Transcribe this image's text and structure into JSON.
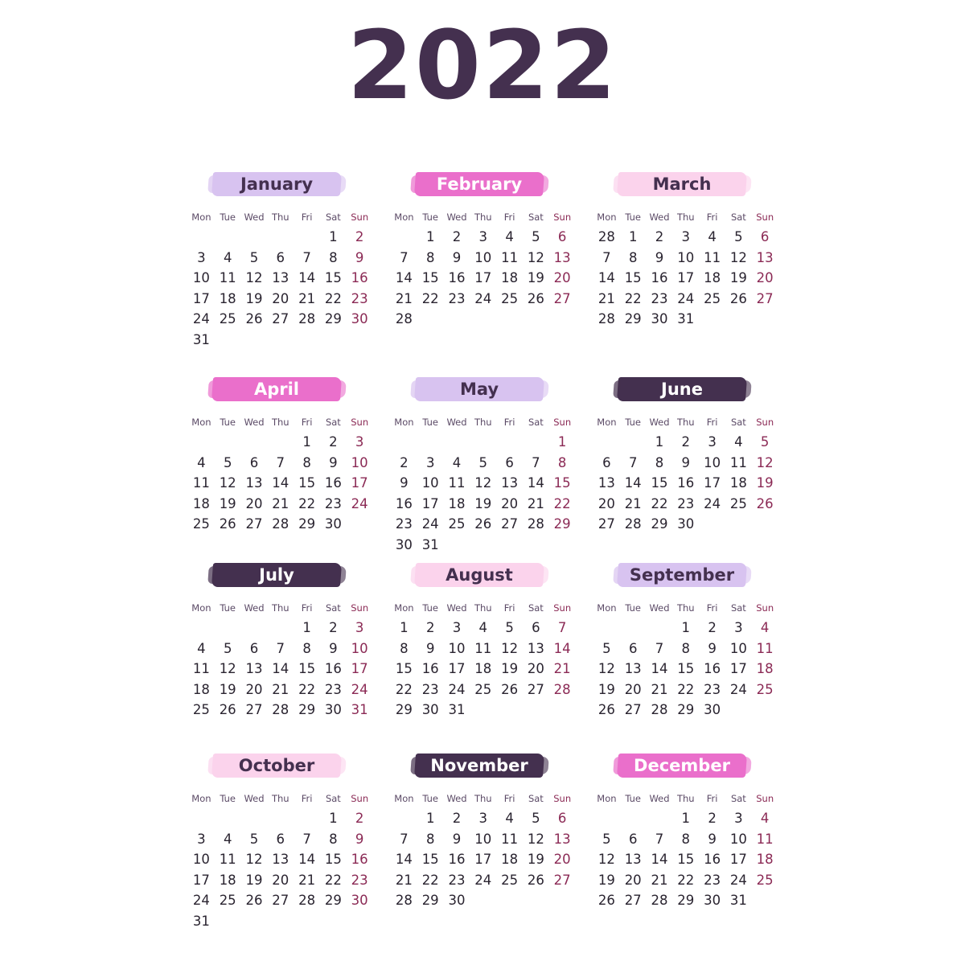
{
  "year": "2022",
  "weekdays": [
    "Mon",
    "Tue",
    "Wed",
    "Thu",
    "Fri",
    "Sat",
    "Sun"
  ],
  "colors": {
    "dark": "#44304f",
    "sunday": "#8b2a55",
    "lavender": "#d8c3f0",
    "pink": "#ea6fcb",
    "light_pink": "#fbd3ec"
  },
  "months": [
    {
      "name": "January",
      "banner_color": "#d8c3f0",
      "text_color": "#44304f",
      "start": 5,
      "prev_tail": [],
      "days": 31
    },
    {
      "name": "February",
      "banner_color": "#ea6fcb",
      "text_color": "#ffffff",
      "start": 1,
      "prev_tail": [],
      "days": 28
    },
    {
      "name": "March",
      "banner_color": "#fbd3ec",
      "text_color": "#44304f",
      "start": 1,
      "prev_tail": [
        28
      ],
      "days": 31
    },
    {
      "name": "April",
      "banner_color": "#ea6fcb",
      "text_color": "#ffffff",
      "start": 4,
      "prev_tail": [],
      "days": 30
    },
    {
      "name": "May",
      "banner_color": "#d8c3f0",
      "text_color": "#44304f",
      "start": 6,
      "prev_tail": [],
      "days": 31
    },
    {
      "name": "June",
      "banner_color": "#44304f",
      "text_color": "#ffffff",
      "start": 2,
      "prev_tail": [],
      "days": 30
    },
    {
      "name": "July",
      "banner_color": "#44304f",
      "text_color": "#ffffff",
      "start": 4,
      "prev_tail": [],
      "days": 31
    },
    {
      "name": "August",
      "banner_color": "#fbd3ec",
      "text_color": "#44304f",
      "start": 0,
      "prev_tail": [],
      "days": 31
    },
    {
      "name": "September",
      "banner_color": "#d8c3f0",
      "text_color": "#44304f",
      "start": 3,
      "prev_tail": [],
      "days": 30
    },
    {
      "name": "October",
      "banner_color": "#fbd3ec",
      "text_color": "#44304f",
      "start": 5,
      "prev_tail": [],
      "days": 31
    },
    {
      "name": "November",
      "banner_color": "#44304f",
      "text_color": "#ffffff",
      "start": 1,
      "prev_tail": [],
      "days": 30
    },
    {
      "name": "December",
      "banner_color": "#ea6fcb",
      "text_color": "#ffffff",
      "start": 3,
      "prev_tail": [],
      "days": 31
    }
  ]
}
